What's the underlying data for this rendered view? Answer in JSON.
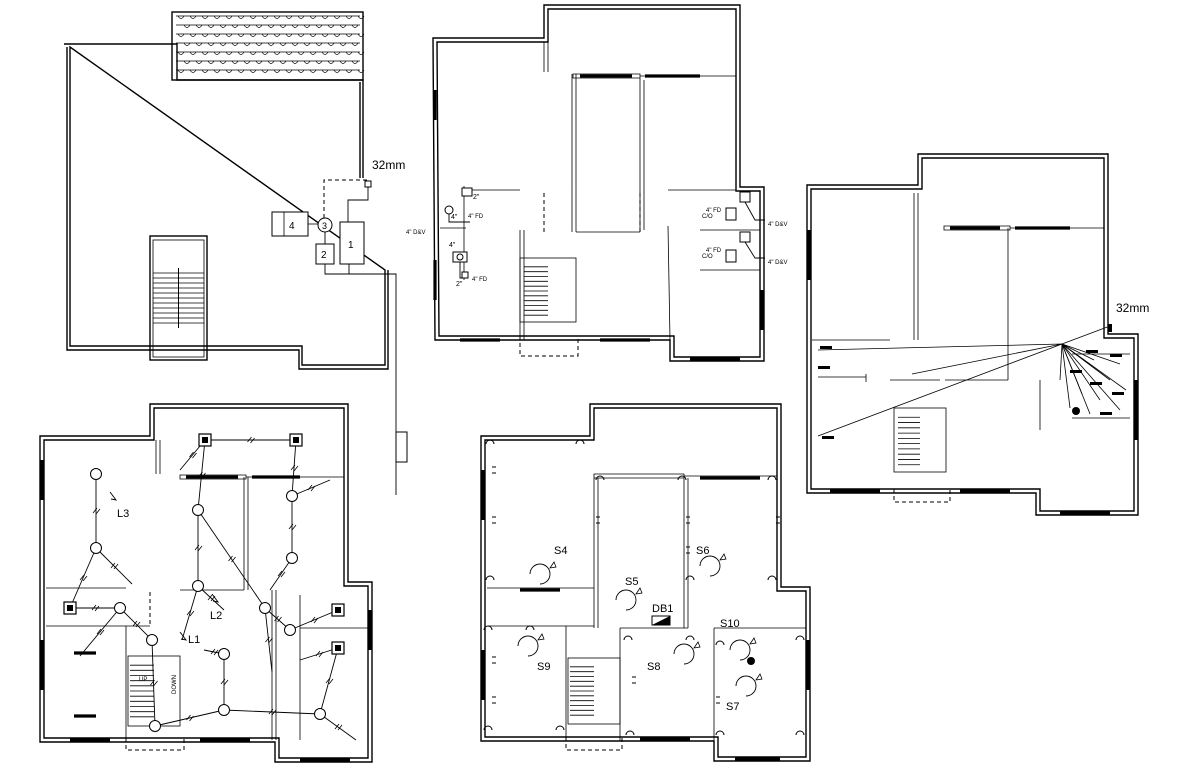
{
  "drawing": {
    "roof_plan": {
      "pipe_label": "32mm",
      "equipment": [
        "1",
        "2",
        "3",
        "4"
      ]
    },
    "plumbing_plan": {
      "labels": [
        "2\"",
        "4\"",
        "4\" FD",
        "4\" D&V",
        "4\"",
        "2\"",
        "4\" FD",
        "4\" FD",
        "4\" D&V",
        "C/O",
        "4\" FD",
        "4\" D&V",
        "C/O"
      ]
    },
    "conduit_plan": {
      "pipe_label": "32mm"
    },
    "lighting_plan": {
      "labels": [
        "L3",
        "L2",
        "L1"
      ],
      "stair_labels": [
        "UP",
        "DOWN"
      ]
    },
    "switch_plan": {
      "labels": [
        "S4",
        "S6",
        "S5",
        "DB1",
        "S10",
        "S9",
        "S8",
        "S7"
      ]
    }
  }
}
